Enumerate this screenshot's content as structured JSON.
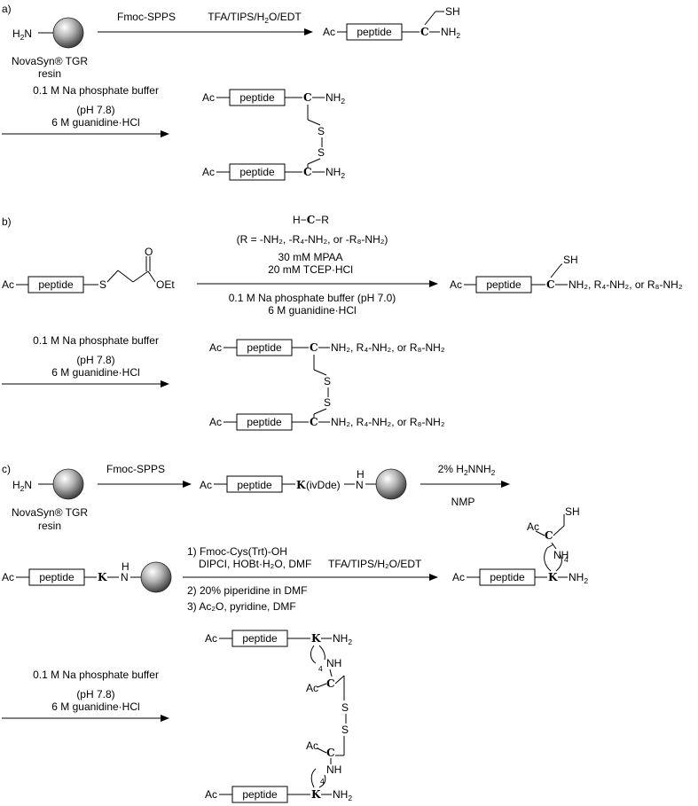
{
  "panel_labels": {
    "a": "a)",
    "b": "b)",
    "c": "c)"
  },
  "common": {
    "peptide": "peptide",
    "ac": "Ac",
    "cys": "C",
    "lys": "K",
    "sh": "SH",
    "s": "S",
    "nh": "NH",
    "h": "H",
    "n": "N",
    "nh2_N": "NH",
    "nh2_sub": "2",
    "h2_H": "H",
    "h2_sub": "2",
    "sub4": "4",
    "resin_name": "NovaSyn® TGR",
    "resin_word": "resin"
  },
  "panel_a": {
    "step1_top": "Fmoc-SPPS",
    "step2_top_pre": "TFA/TIPS/H",
    "step2_top_sub": "2",
    "step2_top_post": "O/EDT",
    "cond1": "0.1 M Na phosphate buffer",
    "cond2": "(pH 7.8)",
    "cond3": "6 M guanidine·HCl"
  },
  "panel_b": {
    "thioester_o": "O",
    "thioester_oet": "OEt",
    "cond_hcr_h": "H",
    "cond_hcr_r": "R",
    "cond_r_def": "(R = -NH₂, -R₄-NH₂, or -R₈-NH₂)",
    "cond_mpaa": "30 mM MPAA",
    "cond_tcep": "20 mM TCEP·HCl",
    "cond_buffer": "0.1 M Na phosphate buffer (pH 7.0)",
    "cond_guan": "6 M guanidine·HCl",
    "amine_tail": "NH₂, R₄-NH₂, or R₈-NH₂",
    "cond1": "0.1 M Na phosphate buffer",
    "cond2": "(pH 7.8)",
    "cond3": "6 M guanidine·HCl"
  },
  "panel_c": {
    "step1_top": "Fmoc-SPPS",
    "ivdde": "(ivDde)",
    "hydrazine_pre": "2% H",
    "hydrazine_mid": "NNH",
    "hydrazine_sub": "2",
    "solvent": "NMP",
    "cond_1": "1) Fmoc-Cys(Trt)-OH",
    "cond_1b": "DIPCI, HOBt·H₂O, DMF",
    "cond_tfa": "TFA/TIPS/H₂O/EDT",
    "cond_2": "2) 20% piperidine in DMF",
    "cond_3": "3) Ac₂O, pyridine, DMF",
    "cond1": "0.1 M Na phosphate buffer",
    "cond2": "(pH 7.8)",
    "cond3": "6 M guanidine·HCl"
  }
}
